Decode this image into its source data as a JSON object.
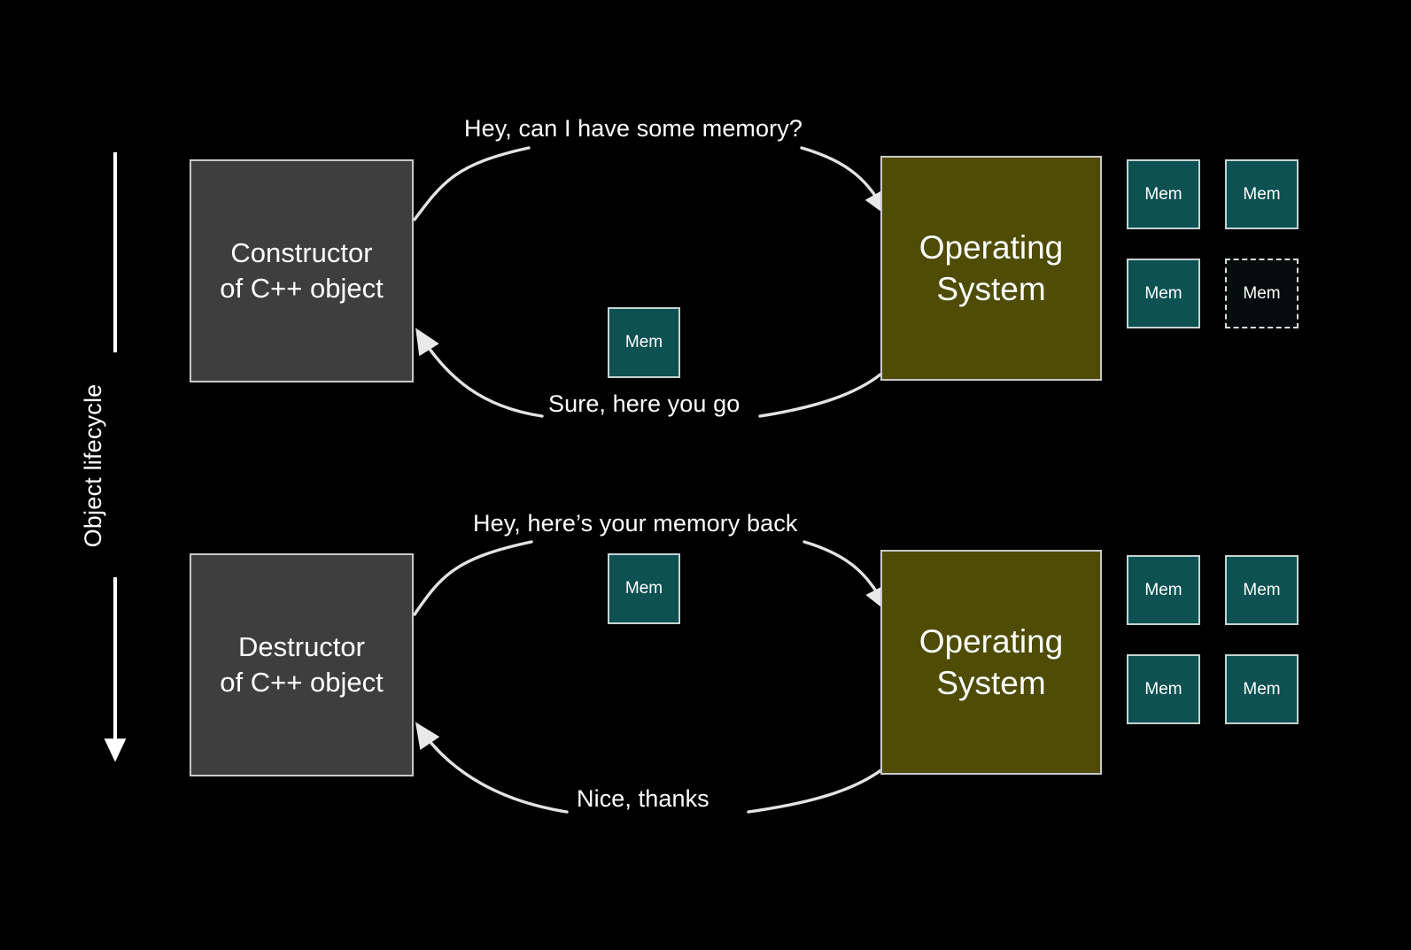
{
  "slide": {
    "background_color": "#000000",
    "axis": {
      "label": "Object lifecycle",
      "direction": "downward",
      "color": "#ffffff"
    },
    "colors": {
      "object_box": "#3e3e3e",
      "os_box": "#4f4c06",
      "memory_block": "#0d5152",
      "memory_block_free": "#050c0c",
      "border": "#c9c9c9",
      "text": "#ffffff"
    },
    "phases": [
      {
        "id": "construction",
        "actor": {
          "name": "constructor-box",
          "line1": "Constructor",
          "line2": "of C++ object",
          "fill": "#3e3e3e"
        },
        "system": {
          "name": "operating-system-box",
          "line1": "Operating",
          "line2": "System",
          "fill": "#4f4c06"
        },
        "request_message": "Hey, can I have some memory?",
        "response_message": "Sure, here you go",
        "transit_block": {
          "label": "Mem",
          "state": "allocated"
        },
        "memory_pool": [
          {
            "label": "Mem",
            "state": "used"
          },
          {
            "label": "Mem",
            "state": "used"
          },
          {
            "label": "Mem",
            "state": "used"
          },
          {
            "label": "Mem",
            "state": "free"
          }
        ]
      },
      {
        "id": "destruction",
        "actor": {
          "name": "destructor-box",
          "line1": "Destructor",
          "line2": "of C++ object",
          "fill": "#3e3e3e"
        },
        "system": {
          "name": "operating-system-box",
          "line1": "Operating",
          "line2": "System",
          "fill": "#4f4c06"
        },
        "request_message": "Hey, here’s your memory back",
        "response_message": "Nice, thanks",
        "transit_block": {
          "label": "Mem",
          "state": "returning"
        },
        "memory_pool": [
          {
            "label": "Mem",
            "state": "used"
          },
          {
            "label": "Mem",
            "state": "used"
          },
          {
            "label": "Mem",
            "state": "used"
          },
          {
            "label": "Mem",
            "state": "used"
          }
        ]
      }
    ]
  }
}
